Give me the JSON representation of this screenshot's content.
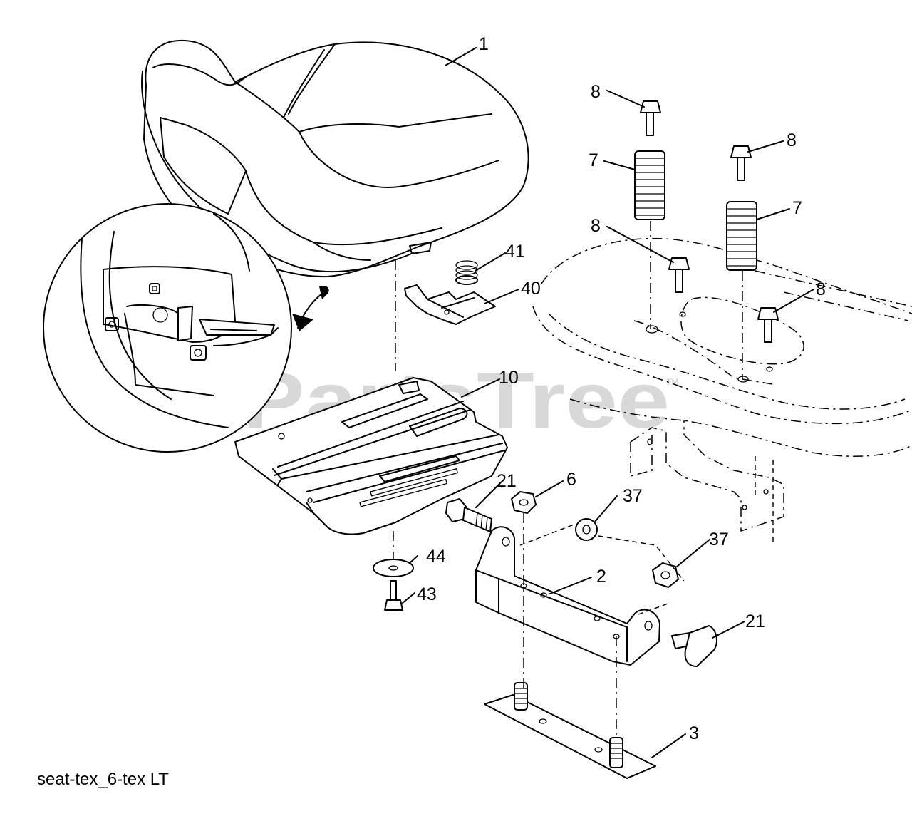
{
  "diagram": {
    "watermark": "PartsTree",
    "trademark": "TM",
    "caption": "seat-tex_6-tex LT",
    "callouts": [
      {
        "id": "seat",
        "label": "1"
      },
      {
        "id": "bolt-top-left",
        "label": "8"
      },
      {
        "id": "bolt-top-right",
        "label": "8"
      },
      {
        "id": "bolt-mid-left",
        "label": "8"
      },
      {
        "id": "bolt-mid-right",
        "label": "8"
      },
      {
        "id": "spring-left",
        "label": "7"
      },
      {
        "id": "spring-right",
        "label": "7"
      },
      {
        "id": "small-spring",
        "label": "41"
      },
      {
        "id": "latch-clip",
        "label": "40"
      },
      {
        "id": "seat-pan",
        "label": "10"
      },
      {
        "id": "shoulder-bolt-left",
        "label": "21"
      },
      {
        "id": "shoulder-bolt-right",
        "label": "21"
      },
      {
        "id": "nut",
        "label": "6"
      },
      {
        "id": "bushing-upper",
        "label": "37"
      },
      {
        "id": "bushing-lower",
        "label": "37"
      },
      {
        "id": "pivot-bracket",
        "label": "2"
      },
      {
        "id": "washer",
        "label": "44"
      },
      {
        "id": "screw",
        "label": "43"
      },
      {
        "id": "stud-plate",
        "label": "3"
      }
    ]
  }
}
